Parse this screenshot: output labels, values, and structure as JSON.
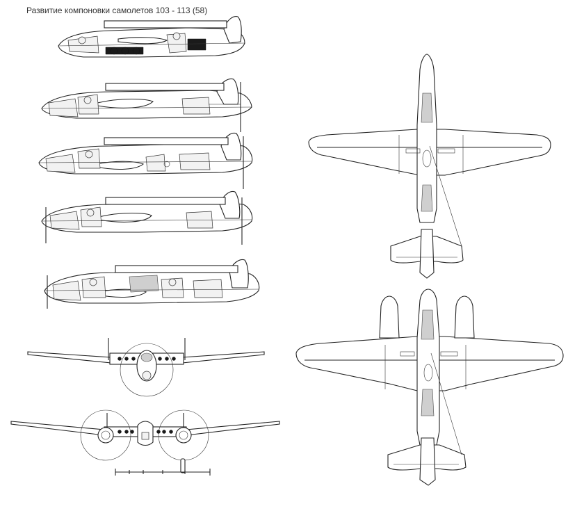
{
  "title": "Развитие компоновки самолетов 103 - 113 (58)",
  "figures": {
    "side_views": [
      {
        "name": "side-view-1"
      },
      {
        "name": "side-view-2"
      },
      {
        "name": "side-view-3"
      },
      {
        "name": "side-view-4"
      },
      {
        "name": "side-view-5"
      }
    ],
    "front_views": [
      {
        "name": "front-view-single-engine"
      },
      {
        "name": "front-view-twin-engine"
      }
    ],
    "plan_views": [
      {
        "name": "plan-view-single-tail"
      },
      {
        "name": "plan-view-twin-tail"
      }
    ]
  },
  "colors": {
    "line": "#222222",
    "background": "#ffffff",
    "shade": "#cfcfcf",
    "dark": "#1a1a1a"
  }
}
